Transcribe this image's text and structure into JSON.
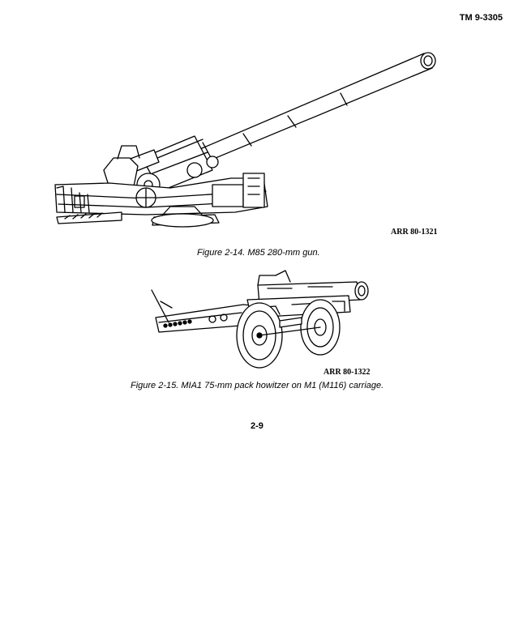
{
  "header": {
    "doc_number": "TM 9-3305"
  },
  "figures": [
    {
      "art_code": "ARR 80-1321",
      "caption": "Figure 2-14.  M85 280-mm gun.",
      "illustration_icon": "artillery-gun-illustration"
    },
    {
      "art_code": "ARR 80-1322",
      "caption": "Figure 2-15.  MIA1 75-mm pack howitzer on M1 (M116) carriage.",
      "illustration_icon": "pack-howitzer-illustration"
    }
  ],
  "footer": {
    "page_number": "2-9"
  }
}
